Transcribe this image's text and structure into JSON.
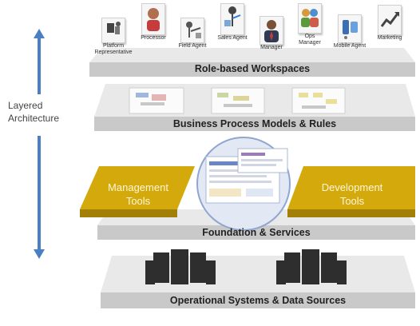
{
  "side": {
    "label_line1": "Layered",
    "label_line2": "Architecture"
  },
  "layers": {
    "workspaces": "Role-based Workspaces",
    "process": "Business Process Models & Rules",
    "foundation": "Foundation & Services",
    "operational": "Operational Systems & Data Sources"
  },
  "roles": [
    {
      "label1": "Platform",
      "label2": "Representative",
      "icon": "platform-rep-icon"
    },
    {
      "label1": "Processor",
      "label2": "",
      "icon": "processor-icon"
    },
    {
      "label1": "Field Agent",
      "label2": "",
      "icon": "field-agent-icon"
    },
    {
      "label1": "Sales Agent",
      "label2": "",
      "icon": "sales-agent-icon"
    },
    {
      "label1": "Manager",
      "label2": "",
      "icon": "manager-icon"
    },
    {
      "label1": "Ops",
      "label2": "Manager",
      "icon": "ops-manager-icon"
    },
    {
      "label1": "Mobile Agent",
      "label2": "",
      "icon": "mobile-agent-icon"
    },
    {
      "label1": "Marketing",
      "label2": "",
      "icon": "marketing-icon"
    }
  ],
  "tools": {
    "management_line1": "Management",
    "management_line2": "Tools",
    "development_line1": "Development",
    "development_line2": "Tools"
  },
  "colors": {
    "arrow": "#4a7fc4",
    "gold": "#d4a90c",
    "layer": "#e9e9e9"
  }
}
